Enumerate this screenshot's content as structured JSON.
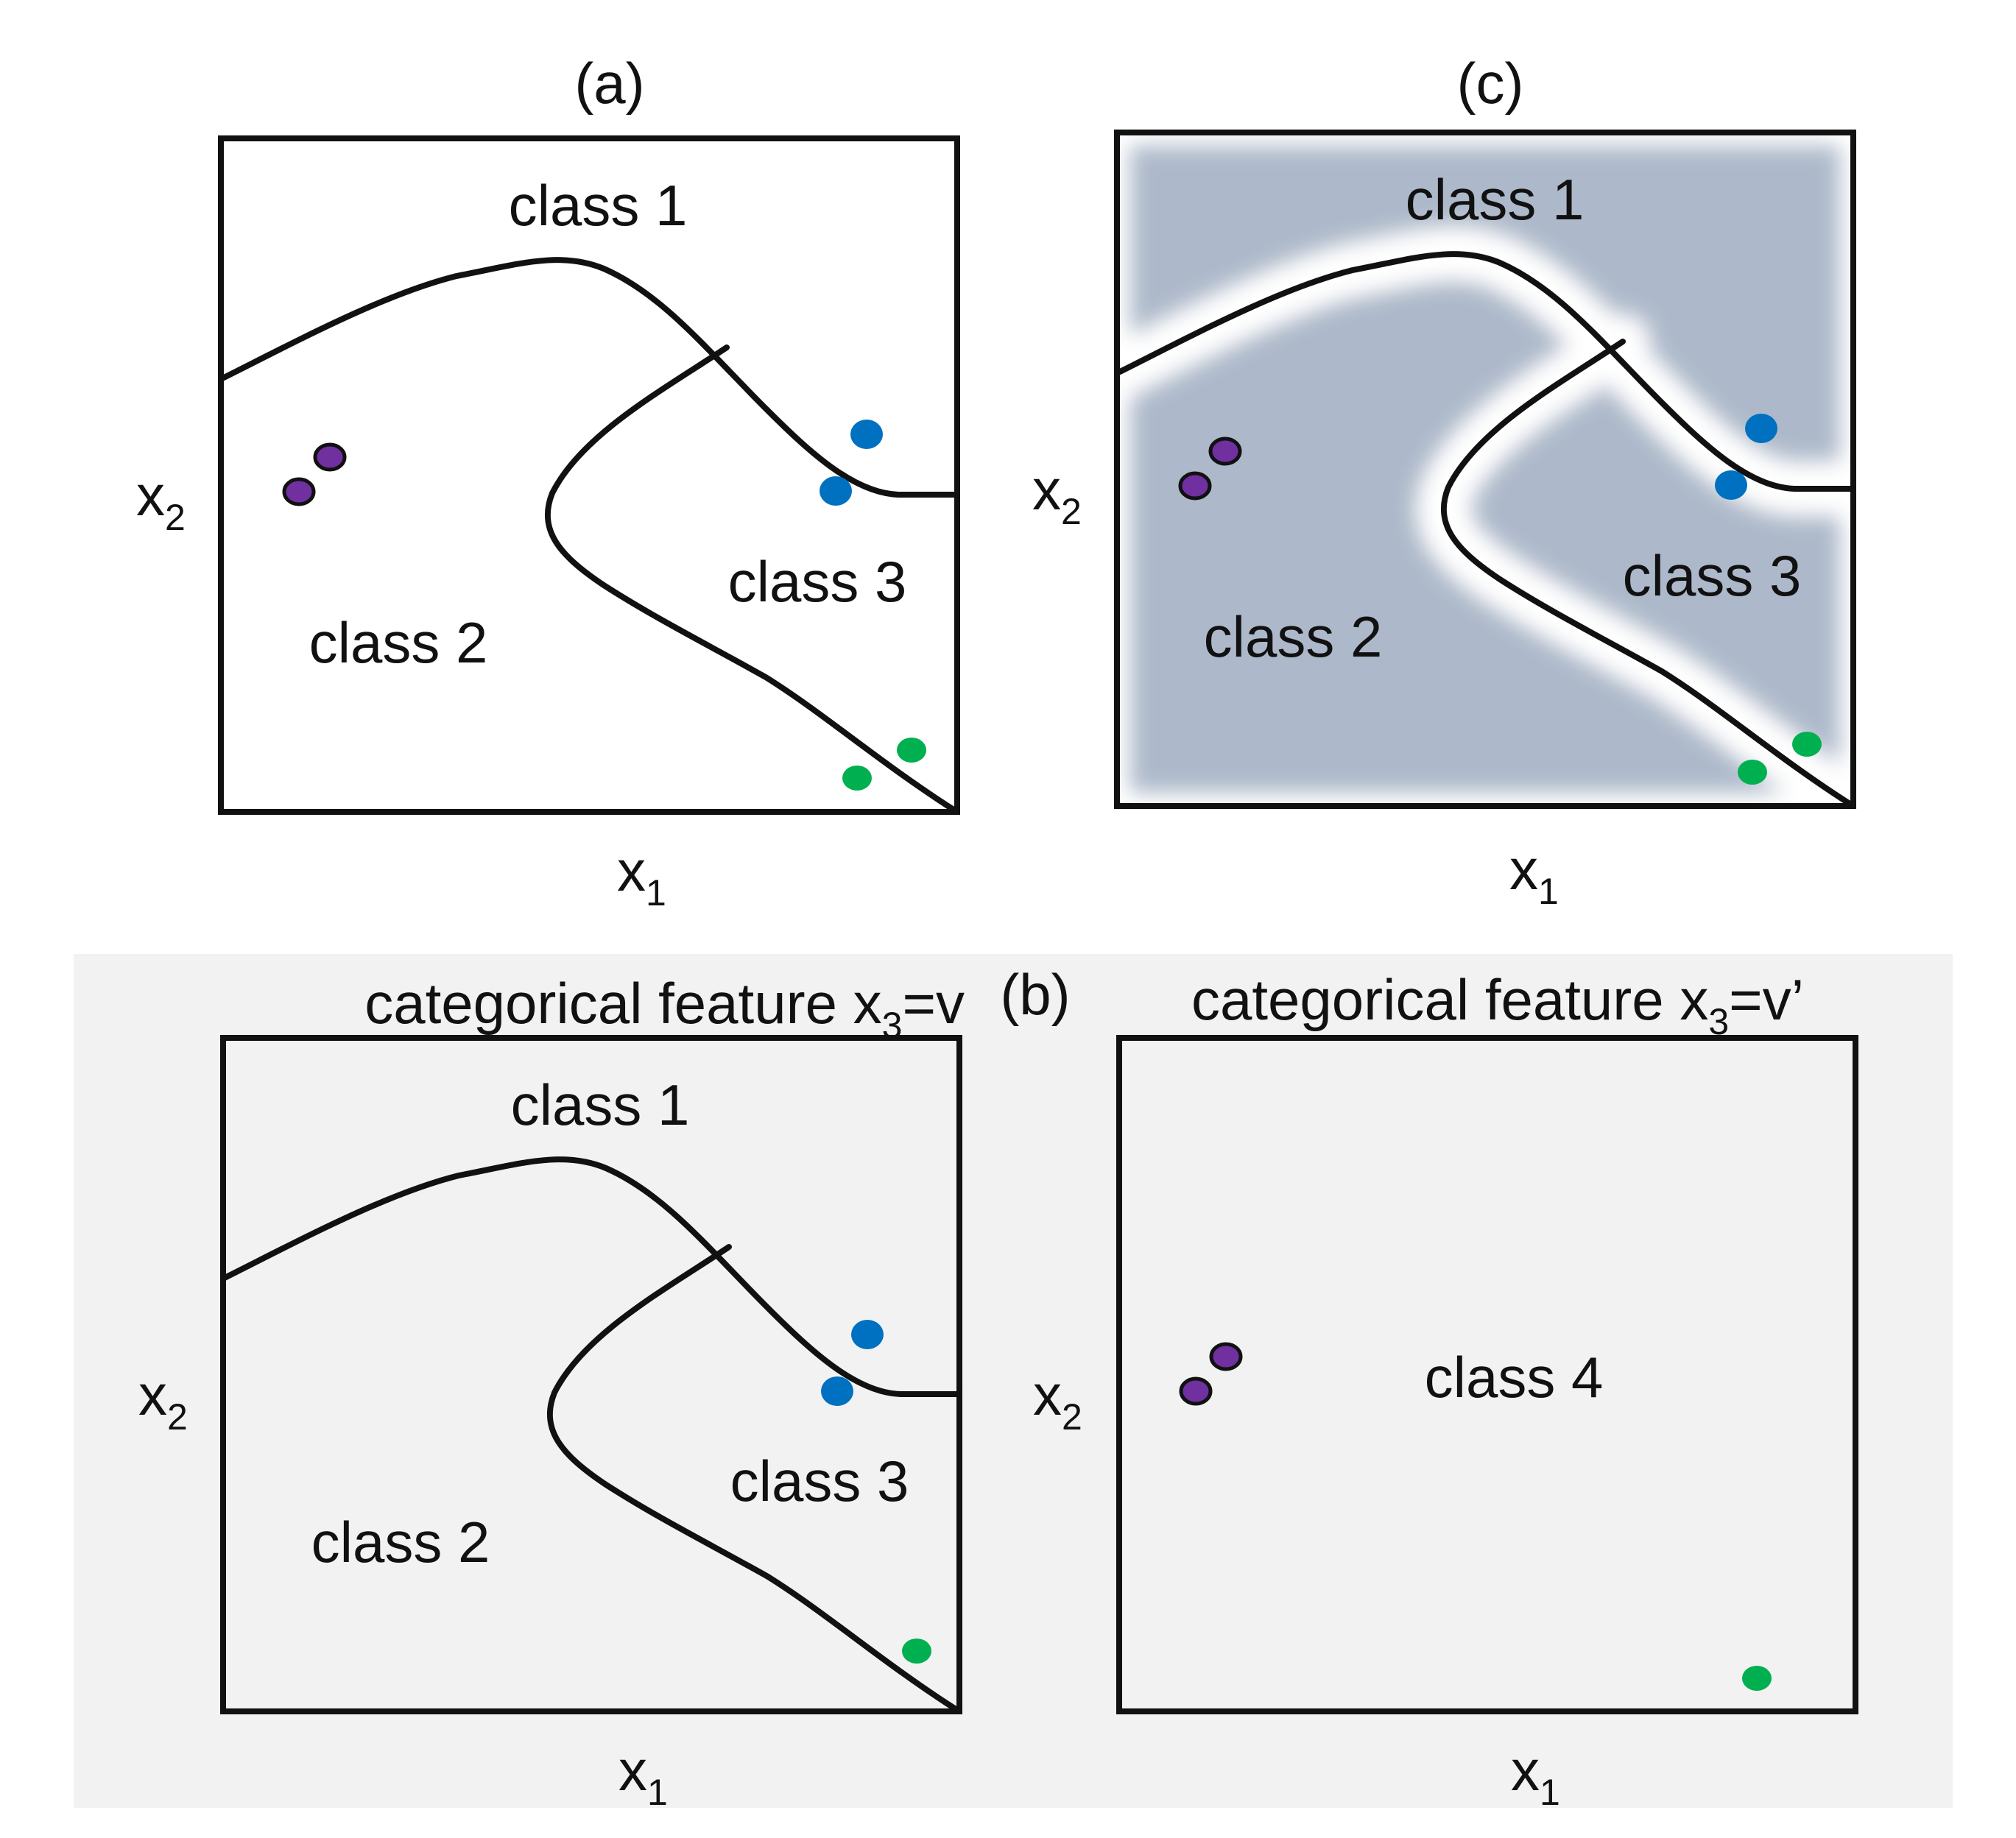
{
  "panels": {
    "a": {
      "letter": "(a)",
      "regions": {
        "class1": "class 1",
        "class2": "class 2",
        "class3": "class 3"
      },
      "axis": {
        "x": "x",
        "x_sub": "1",
        "y": "x",
        "y_sub": "2"
      }
    },
    "c": {
      "letter": "(c)",
      "regions": {
        "class1": "class 1",
        "class2": "class 2",
        "class3": "class 3"
      },
      "axis": {
        "x": "x",
        "x_sub": "1",
        "y": "x",
        "y_sub": "2"
      }
    },
    "b": {
      "letter": "(b)",
      "left": {
        "title_prefix": "categorical feature x",
        "title_sub": "3",
        "title_suffix": "=v",
        "regions": {
          "class1": "class 1",
          "class2": "class 2",
          "class3": "class 3"
        },
        "axis": {
          "x": "x",
          "x_sub": "1",
          "y": "x",
          "y_sub": "2"
        }
      },
      "right": {
        "title_prefix": "categorical feature x",
        "title_sub": "3",
        "title_suffix": "=v’",
        "regions": {
          "class4": "class 4"
        },
        "axis": {
          "x": "x",
          "x_sub": "1",
          "y": "x",
          "y_sub": "2"
        }
      }
    }
  },
  "colors": {
    "purple_point": "#7030a0",
    "blue_point": "#0070c0",
    "green_point": "#00b050",
    "confidence_fill": "#adb9ca",
    "group_background": "#f2f2f2"
  }
}
